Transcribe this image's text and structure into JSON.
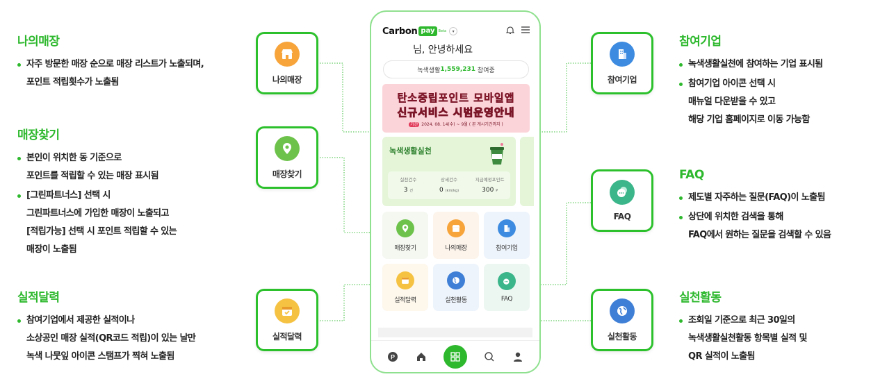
{
  "left": [
    {
      "title": "나의매장",
      "bullets": [
        "자주 방문한 매장 순으로 매장 리스트가 노출되며,\n포인트 적립횟수가 노출됨"
      ]
    },
    {
      "title": "매장찾기",
      "bullets": [
        "본인이 위치한 동 기준으로\n포인트를 적립할 수 있는 매장 표시됨",
        "[그린파트너스] 선택 시\n그린파트너스에 가입한 매장이 노출되고\n[적립가능] 선택 시 포인트 적립할 수 있는\n매장이 노출됨"
      ]
    },
    {
      "title": "실적달력",
      "bullets": [
        "참여기업에서 제공한 실적이나\n소상공인 매장 실적(QR코드 적립)이 있는 날만\n녹색 나뭇잎 아이콘 스탬프가 찍혀 노출됨"
      ]
    }
  ],
  "right": [
    {
      "title": "참여기업",
      "bullets": [
        "녹색생활실천에 참여하는 기업 표시됨",
        "참여기업 아이콘 선택 시\n매뉴얼 다운받을 수 있고\n해당 기업 홈페이지로 이동 가능함"
      ]
    },
    {
      "title": "FAQ",
      "bullets": [
        "제도별 자주하는 질문(FAQ)이 노출됨",
        "상단에 위치한 검색을 통해\nFAQ에서 원하는 질문을 검색할 수 있음"
      ]
    },
    {
      "title": "실천활동",
      "bullets": [
        "조회일 기준으로 최근 30일의\n녹색생활실천활동 항목별 실적 및\nQR 실적이 노출됨"
      ]
    }
  ],
  "cards": {
    "mystore": {
      "label": "나의매장",
      "icon": "store-icon",
      "color": "#f7a43b"
    },
    "find": {
      "label": "매장찾기",
      "icon": "location-pin-icon",
      "color": "#6dc24b"
    },
    "calendar": {
      "label": "실적달력",
      "icon": "calendar-icon",
      "color": "#f5c242"
    },
    "company": {
      "label": "참여기업",
      "icon": "building-icon",
      "color": "#3d8be0"
    },
    "faq": {
      "label": "FAQ",
      "icon": "chat-bubble-icon",
      "color": "#3bb58a"
    },
    "activity": {
      "label": "실천활동",
      "icon": "globe-icon",
      "color": "#3f7fd6"
    }
  },
  "phone": {
    "brand": "Carbon",
    "pay": "pay",
    "beta": "Beta",
    "greeting": "님, 안녕하세요",
    "stat_prefix": "녹색생활",
    "stat_count": "1,559,231",
    "stat_suffix": "참여중",
    "banner_line1": "탄소중립포인트 모바일앱",
    "banner_line2": "신규서비스 시범운영안내",
    "banner_tag": "기간",
    "banner_date": "2024. 08. 14(수) ~ 9월 ( 본 게시기간까지 )",
    "green_title": "녹색생활실천",
    "stats": [
      {
        "label": "실천건수",
        "value": "3",
        "unit": "건"
      },
      {
        "label": "상세건수",
        "value": "0",
        "unit": "(km/kg)"
      },
      {
        "label": "지급예정포인트",
        "value": "300",
        "unit": "P"
      }
    ],
    "tiles": [
      "매장찾기",
      "나의매장",
      "참여기업",
      "실적달력",
      "실천활동",
      "FAQ"
    ],
    "nav": [
      "point-icon",
      "home-icon",
      "menu-grid-icon",
      "search-icon",
      "user-icon"
    ]
  }
}
